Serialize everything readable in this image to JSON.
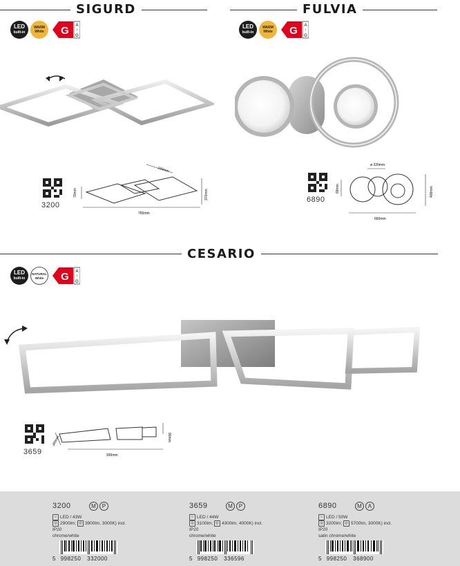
{
  "sections": {
    "sigurd": {
      "title": "SIGURD",
      "code": "3200",
      "dims": {
        "width": "765mm",
        "depth": "370mm",
        "height": "70mm",
        "module": "150mm"
      }
    },
    "fulvia": {
      "title": "FULVIA",
      "code": "6890",
      "dims": {
        "width": "660mm",
        "depth": "400mm",
        "height": "69mm",
        "diameter": "ø 220mm"
      }
    },
    "cesario": {
      "title": "CESARIO",
      "code": "3659",
      "dims": {
        "width": "930mm",
        "height": "90mm",
        "depth": "300mm"
      }
    }
  },
  "badges": {
    "led": [
      "LED",
      "built-in"
    ],
    "warm": [
      "WARM",
      "White"
    ],
    "natural": [
      "NATURAL",
      "White"
    ],
    "energy_class": "G",
    "energy_scale": [
      "A",
      "↑",
      "G"
    ]
  },
  "colors": {
    "energy_red": "#e2001a",
    "warm": "#f2b535",
    "footer_bg": "#dcdcdc"
  },
  "products": [
    {
      "code": "3200",
      "marks": [
        "M",
        "P"
      ],
      "power": "LED / 43W",
      "lumen": "2900lm; ",
      "lumen_max": "3900lm, 3000K) incl.",
      "ip": "IP20",
      "finish": "chrome/white",
      "ean_lead": "5",
      "ean_a": "998250",
      "ean_b": "332000"
    },
    {
      "code": "3659",
      "marks": [
        "M",
        "P"
      ],
      "power": "LED / 44W",
      "lumen": "3100lm; ",
      "lumen_max": "4300lm, 4000K) incl.",
      "ip": "IP20",
      "finish": "chrome/white",
      "ean_lead": "5",
      "ean_a": "998250",
      "ean_b": "336596"
    },
    {
      "code": "6890",
      "marks": [
        "M",
        "A"
      ],
      "power": "LED / 50W",
      "lumen": "3200lm; ",
      "lumen_max": "5700lm, 3000K) incl.",
      "ip": "IP20",
      "finish": "satin chrome/white",
      "ean_lead": "5",
      "ean_a": "998250",
      "ean_b": "368900"
    }
  ]
}
